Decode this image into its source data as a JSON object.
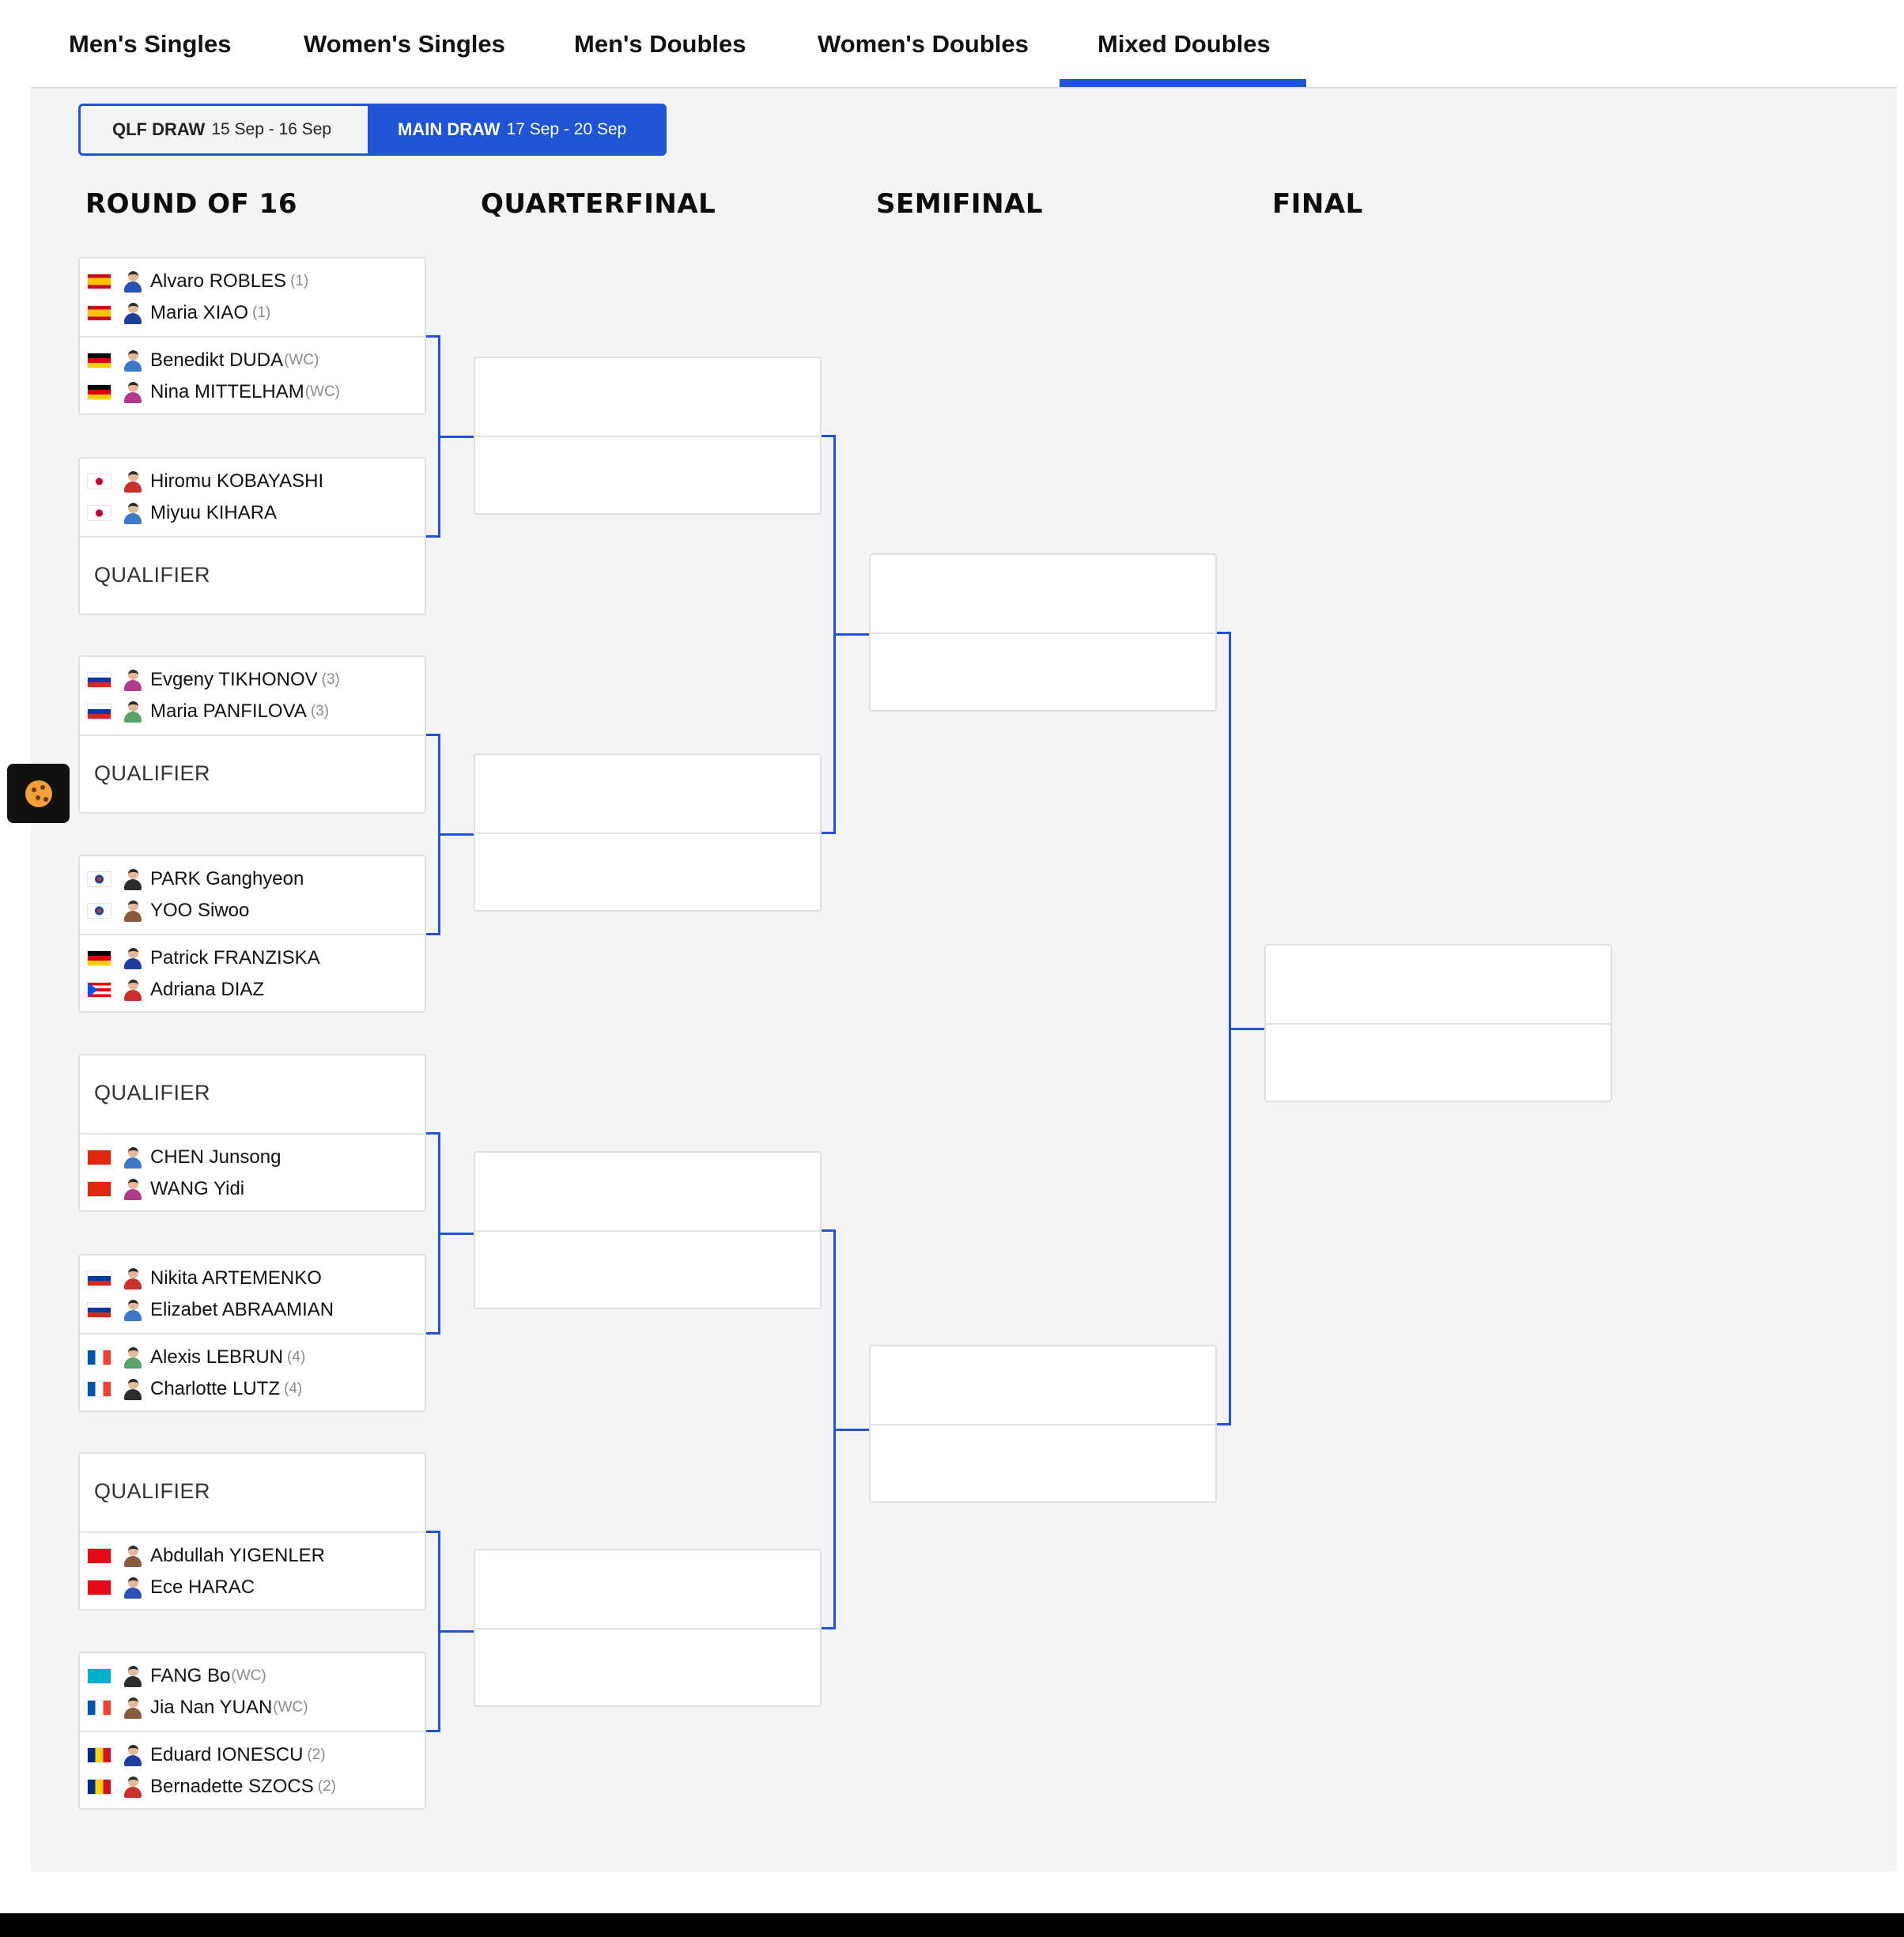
{
  "tabs": [
    {
      "label": "Men's Singles"
    },
    {
      "label": "Women's Singles"
    },
    {
      "label": "Men's Doubles"
    },
    {
      "label": "Women's Doubles"
    },
    {
      "label": "Mixed Doubles",
      "active": true
    }
  ],
  "draw_toggle": {
    "qlf_label": "QLF DRAW",
    "qlf_dates": "15 Sep - 16 Sep",
    "main_label": "MAIN DRAW",
    "main_dates": "17 Sep - 20 Sep",
    "selected": "MAIN DRAW"
  },
  "rounds": {
    "r16": "ROUND OF 16",
    "qf": "QUARTERFINAL",
    "sf": "SEMIFINAL",
    "final": "FINAL"
  },
  "r16_matches": [
    {
      "top": {
        "players": [
          {
            "name": "Alvaro ROBLES",
            "seed": "(1)",
            "flag": "ESP"
          },
          {
            "name": "Maria XIAO",
            "seed": "(1)",
            "flag": "ESP"
          }
        ]
      },
      "bottom": {
        "players": [
          {
            "name": "Benedikt DUDA",
            "seed": "(WC)",
            "flag": "GER"
          },
          {
            "name": "Nina MITTELHAM",
            "seed": "(WC)",
            "flag": "GER"
          }
        ]
      }
    },
    {
      "top": {
        "players": [
          {
            "name": "Hiromu KOBAYASHI",
            "seed": "",
            "flag": "JPN"
          },
          {
            "name": "Miyuu KIHARA",
            "seed": "",
            "flag": "JPN"
          }
        ]
      },
      "bottom": {
        "qualifier": "QUALIFIER"
      }
    },
    {
      "top": {
        "players": [
          {
            "name": "Evgeny TIKHONOV",
            "seed": "(3)",
            "flag": "RUS"
          },
          {
            "name": "Maria PANFILOVA",
            "seed": "(3)",
            "flag": "RUS"
          }
        ]
      },
      "bottom": {
        "qualifier": "QUALIFIER"
      }
    },
    {
      "top": {
        "players": [
          {
            "name": "PARK Ganghyeon",
            "seed": "",
            "flag": "KOR"
          },
          {
            "name": "YOO Siwoo",
            "seed": "",
            "flag": "KOR"
          }
        ]
      },
      "bottom": {
        "players": [
          {
            "name": "Patrick FRANZISKA",
            "seed": "",
            "flag": "GER"
          },
          {
            "name": "Adriana DIAZ",
            "seed": "",
            "flag": "PUR"
          }
        ]
      }
    },
    {
      "top": {
        "qualifier": "QUALIFIER"
      },
      "bottom": {
        "players": [
          {
            "name": "CHEN Junsong",
            "seed": "",
            "flag": "CHN"
          },
          {
            "name": "WANG Yidi",
            "seed": "",
            "flag": "CHN"
          }
        ]
      }
    },
    {
      "top": {
        "players": [
          {
            "name": "Nikita ARTEMENKO",
            "seed": "",
            "flag": "RUS"
          },
          {
            "name": "Elizabet ABRAAMIAN",
            "seed": "",
            "flag": "RUS"
          }
        ]
      },
      "bottom": {
        "players": [
          {
            "name": "Alexis LEBRUN",
            "seed": "(4)",
            "flag": "FRA"
          },
          {
            "name": "Charlotte LUTZ",
            "seed": "(4)",
            "flag": "FRA"
          }
        ]
      }
    },
    {
      "top": {
        "qualifier": "QUALIFIER"
      },
      "bottom": {
        "players": [
          {
            "name": "Abdullah YIGENLER",
            "seed": "",
            "flag": "TUR"
          },
          {
            "name": "Ece HARAC",
            "seed": "",
            "flag": "TUR"
          }
        ]
      }
    },
    {
      "top": {
        "players": [
          {
            "name": "FANG Bo",
            "seed": "(WC)",
            "flag": "KAZ"
          },
          {
            "name": "Jia Nan YUAN",
            "seed": "(WC)",
            "flag": "FRA"
          }
        ]
      },
      "bottom": {
        "players": [
          {
            "name": "Eduard IONESCU",
            "seed": "(2)",
            "flag": "ROU"
          },
          {
            "name": "Bernadette SZOCS",
            "seed": "(2)",
            "flag": "ROU"
          }
        ]
      }
    }
  ],
  "colors": {
    "accent": "#1f55d4",
    "panel_bg": "#f4f4f4",
    "seed_text": "#8a8a8a"
  }
}
